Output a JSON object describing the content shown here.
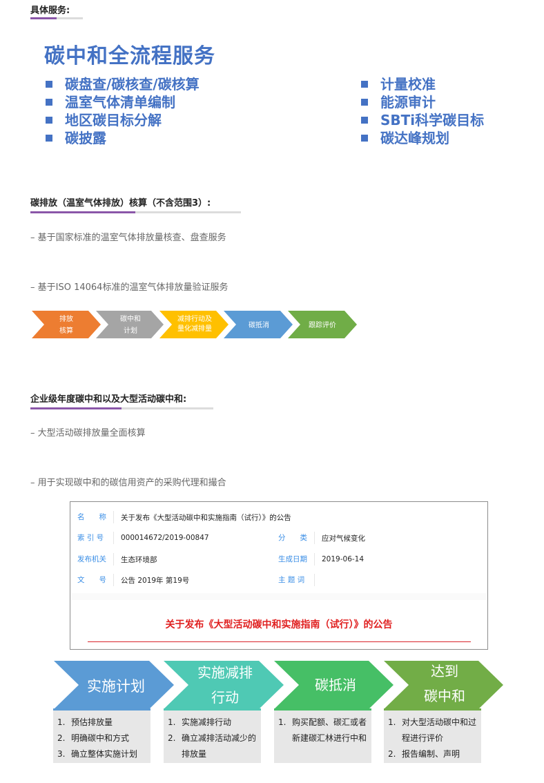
{
  "section_services": {
    "heading": "具体服务:",
    "big_title": "碳中和全流程服务",
    "left_items": [
      "碳盘查/碳核查/碳核算",
      "温室气体清单编制",
      "地区碳目标分解",
      "碳披露"
    ],
    "right_items": [
      "计量校准",
      "能源审计",
      "SBTi科学碳目标",
      "碳达峰规划"
    ],
    "accent_color": "#4472c4"
  },
  "section_accounting": {
    "heading": "碳排放（温室气体排放）核算（不含范围3）:",
    "lines": [
      "– 基于国家标准的温室气体排放量核查、盘查服务",
      "– 基于ISO 14064标准的温室气体排放量验证服务"
    ],
    "flow": [
      {
        "line1": "排放",
        "line2": "核算",
        "color": "#ed7d31"
      },
      {
        "line1": "碳中和",
        "line2": "计划",
        "color": "#a5a5a5"
      },
      {
        "line1": "减排行动及",
        "line2": "量化减排量",
        "color": "#ffc000"
      },
      {
        "line1": "碳抵消",
        "line2": "",
        "color": "#5b9bd5"
      },
      {
        "line1": "跟踪评价",
        "line2": "",
        "color": "#70ad47"
      }
    ]
  },
  "section_enterprise": {
    "heading": "企业级年度碳中和以及大型活动碳中和:",
    "lines": [
      "– 大型活动碳排放量全面核算",
      "– 用于实现碳中和的碳信用资产的采购代理和撮合"
    ]
  },
  "notice": {
    "rows": [
      {
        "label": "名　　称",
        "value": "关于发布《大型活动碳中和实施指南（试行）》的公告"
      },
      {
        "label": "索 引 号",
        "value": "000014672/2019-00847"
      },
      {
        "label": "分　　类",
        "value": "应对气候变化"
      },
      {
        "label": "发布机关",
        "value": "生态环境部"
      },
      {
        "label": "生成日期",
        "value": "2019-06-14"
      },
      {
        "label": "文　　号",
        "value": "公告 2019年 第19号"
      },
      {
        "label": "主 题 词",
        "value": ""
      }
    ],
    "title": "关于发布《大型活动碳中和实施指南（试行）》的公告",
    "title_color": "#e02020"
  },
  "process": {
    "steps": [
      {
        "line1": "实施计划",
        "line2": "",
        "color": "#5b9bd5",
        "items": [
          {
            "num": "1.",
            "text": "预估排放量"
          },
          {
            "num": "2.",
            "text": "明确碳中和方式"
          },
          {
            "num": "3.",
            "text": "确立整体实施计划"
          }
        ]
      },
      {
        "line1": "实施减排",
        "line2": "行动",
        "color": "#4fc9b4",
        "items": [
          {
            "num": "1.",
            "text": "实施减排行动"
          },
          {
            "num": "2.",
            "text": "确立减排活动减少的排放量"
          }
        ]
      },
      {
        "line1": "碳抵消",
        "line2": "",
        "color": "#46bf66",
        "items": [
          {
            "num": "1.",
            "text": "购买配额、碳汇或者新建碳汇林进行中和"
          }
        ]
      },
      {
        "line1": "达到",
        "line2": "碳中和",
        "color": "#72ad47",
        "items": [
          {
            "num": "1.",
            "text": "对大型活动碳中和过程进行评价"
          },
          {
            "num": "2.",
            "text": "报告编制、声明"
          }
        ]
      }
    ]
  }
}
